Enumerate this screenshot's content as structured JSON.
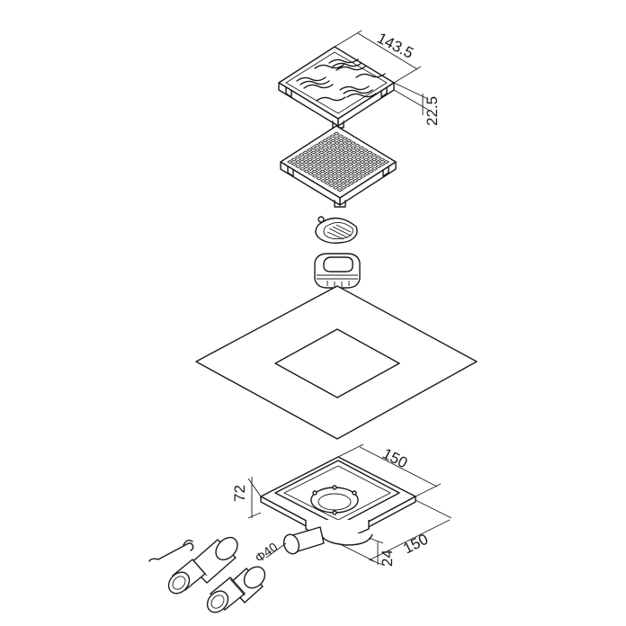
{
  "dimensions": {
    "cover_width": "143.5",
    "cover_height": "22.5",
    "body_width_a": "150",
    "body_width_b": "150",
    "body_height": "72",
    "outlet_height": "24",
    "outlet_diameter": "Φ40"
  },
  "colors": {
    "line": "#1a1a1a",
    "background": "#ffffff"
  }
}
